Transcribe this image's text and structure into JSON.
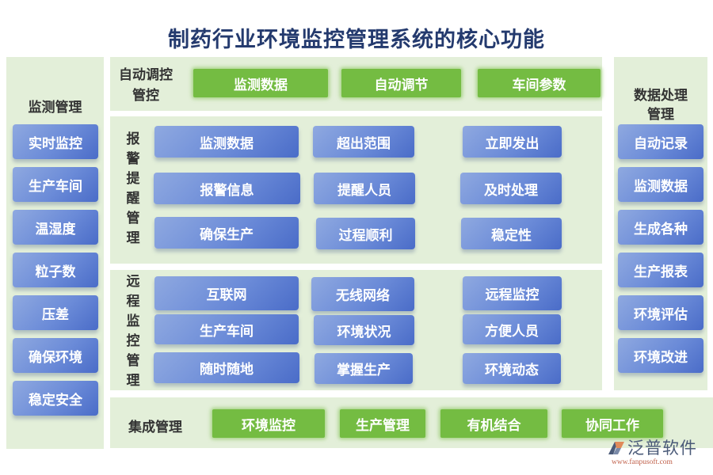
{
  "title": "制药行业环境监控管理系统的核心功能",
  "left_panel": {
    "heading": "监测管理",
    "items": [
      "实时监控",
      "生产车间",
      "温湿度",
      "粒子数",
      "压差",
      "确保环境",
      "稳定安全"
    ]
  },
  "auto_panel": {
    "heading_line1": "自动调控",
    "heading_line2": "管控",
    "items": [
      "监测数据",
      "自动调节",
      "车间参数"
    ]
  },
  "alarm_panel": {
    "heading": "报警提醒管理",
    "items": [
      "监测数据",
      "超出范围",
      "立即发出",
      "报警信息",
      "提醒人员",
      "及时处理",
      "确保生产",
      "过程顺利",
      "稳定性"
    ]
  },
  "remote_panel": {
    "heading": "远程监控管理",
    "items": [
      "互联网",
      "无线网络",
      "远程监控",
      "生产车间",
      "环境状况",
      "方便人员",
      "随时随地",
      "掌握生产",
      "环境动态"
    ]
  },
  "integration_panel": {
    "heading": "集成管理",
    "items": [
      "环境监控",
      "生产管理",
      "有机结合",
      "协同工作"
    ]
  },
  "right_panel": {
    "heading_line1": "数据处理",
    "heading_line2": "管理",
    "items": [
      "自动记录",
      "监测数据",
      "生成各种",
      "生产报表",
      "环境评估",
      "环境改进"
    ]
  },
  "logo": {
    "name": "泛普软件",
    "url": "www.fanpusoft.com"
  },
  "colors": {
    "title": "#243a6e",
    "panel_bg": "#e3efd9",
    "green_button": "#74bc42",
    "blue_button_start": "#8fa9e0",
    "blue_button_end": "#4a6cc8",
    "label_text": "#333333"
  }
}
